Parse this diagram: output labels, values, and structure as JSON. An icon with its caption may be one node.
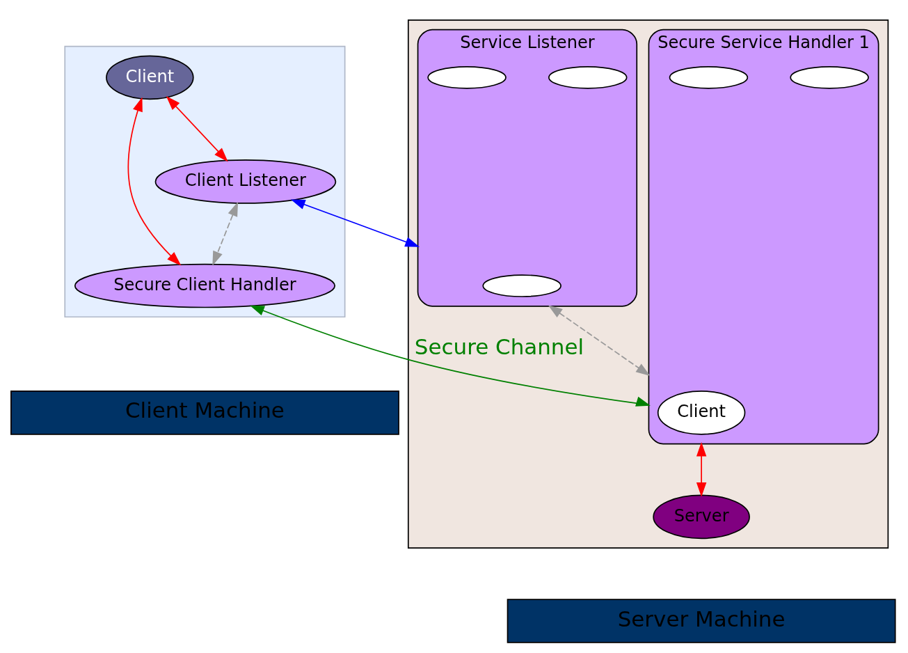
{
  "diagram": {
    "nodes": [
      {
        "text": [],
        "shape": "box"
      },
      {
        "text": [
          "Client"
        ],
        "in": 0
      },
      {
        "text": [
          "Client Listener"
        ],
        "in": 0
      },
      {
        "text": [
          "Secure Client Handler"
        ],
        "in": 0
      },
      {
        "text": [],
        "shape": "box"
      },
      {
        "text": [
          "Service Listener"
        ],
        "in": 4
      },
      {
        "text": [],
        "shape": "ellipse",
        "in": 5
      },
      {
        "text": [],
        "shape": "ellipse",
        "in": 5
      },
      {
        "text": [],
        "shape": "ellipse",
        "in": 5
      },
      {
        "text": [
          "Secure Service Handler 1"
        ],
        "in": 4
      },
      {
        "text": [],
        "shape": "ellipse",
        "in": 9
      },
      {
        "text": [
          "Client"
        ],
        "in": 9
      },
      {
        "text": [],
        "shape": "ellipse",
        "in": 9
      },
      {
        "text": [
          "Server"
        ],
        "in": 4
      },
      {
        "text": [
          "Client Machine"
        ]
      },
      {
        "text": [
          "Server Machine"
        ]
      }
    ],
    "edges": [
      {
        "from": 1,
        "to": 2,
        "arrow": "both"
      },
      {
        "from": 1,
        "to": 3,
        "arrow": "both"
      },
      {
        "from": 2,
        "to": 5,
        "arrow": "both",
        "color": "#0000ff"
      },
      {
        "from": 2,
        "to": 3,
        "arrow": "both",
        "style": "dashed",
        "color": "#999999"
      },
      {
        "from": 5,
        "to": 9,
        "arrow": "both",
        "style": "dashed",
        "color": "#999999"
      },
      {
        "from": 3,
        "to": 9,
        "arrow": "both",
        "label": "Secure Channel",
        "color": "#008000"
      },
      {
        "from": 9,
        "to": 13,
        "arrow": "both"
      }
    ]
  }
}
